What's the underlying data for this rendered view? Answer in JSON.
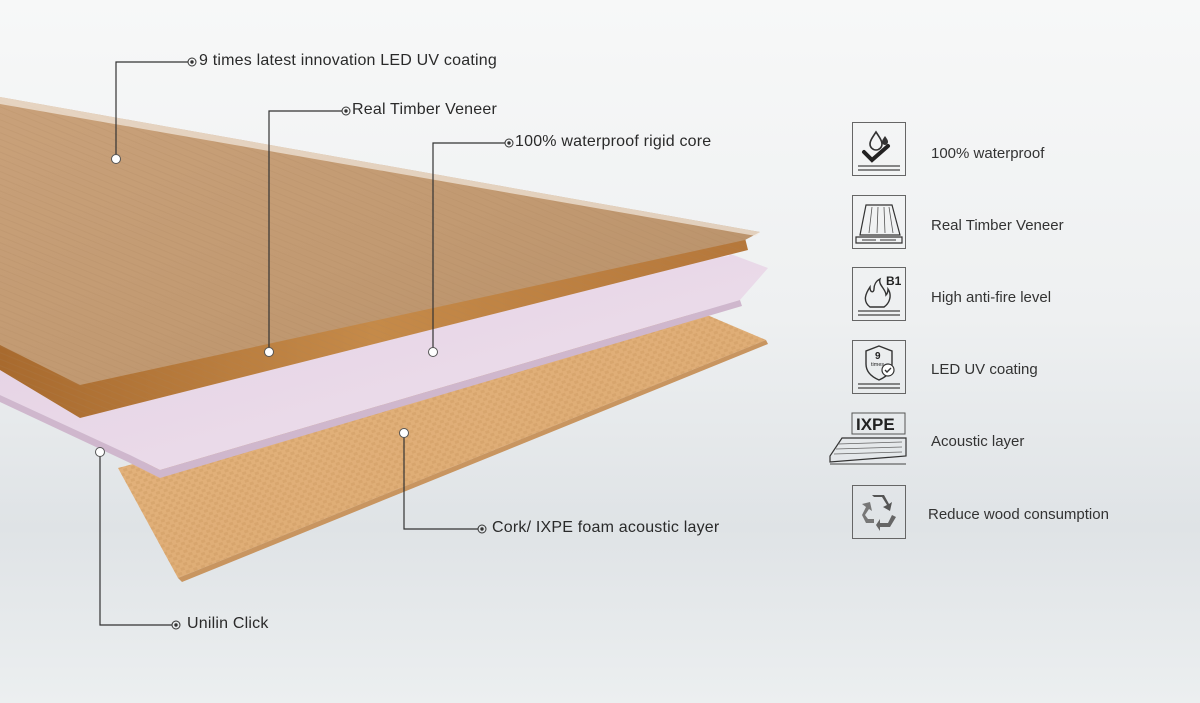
{
  "callouts": {
    "uv_coating": "9 times latest innovation LED UV coating",
    "timber_veneer": "Real Timber Veneer",
    "rigid_core": "100% waterproof rigid core",
    "acoustic_layer": "Cork/ IXPE foam acoustic layer",
    "unilin_click": "Unilin Click"
  },
  "features": [
    {
      "icon": "waterproof-icon",
      "label": "100% waterproof"
    },
    {
      "icon": "timber-veneer-icon",
      "label": "Real Timber Veneer"
    },
    {
      "icon": "fire-icon",
      "label": "High anti-fire level",
      "icon_text": "B1"
    },
    {
      "icon": "uv-coating-icon",
      "label": "LED UV coating",
      "icon_text": "9",
      "icon_subtext": "times"
    },
    {
      "icon": "ixpe-icon",
      "label": "Acoustic layer",
      "icon_text": "IXPE"
    },
    {
      "icon": "recycle-icon",
      "label": "Reduce wood consumption"
    }
  ],
  "colors": {
    "wood_top": "#c9a27a",
    "wood_edge": "#b57a3c",
    "core": "#e7d6e6",
    "foam": "#e0b27a",
    "leader": "#333333"
  }
}
